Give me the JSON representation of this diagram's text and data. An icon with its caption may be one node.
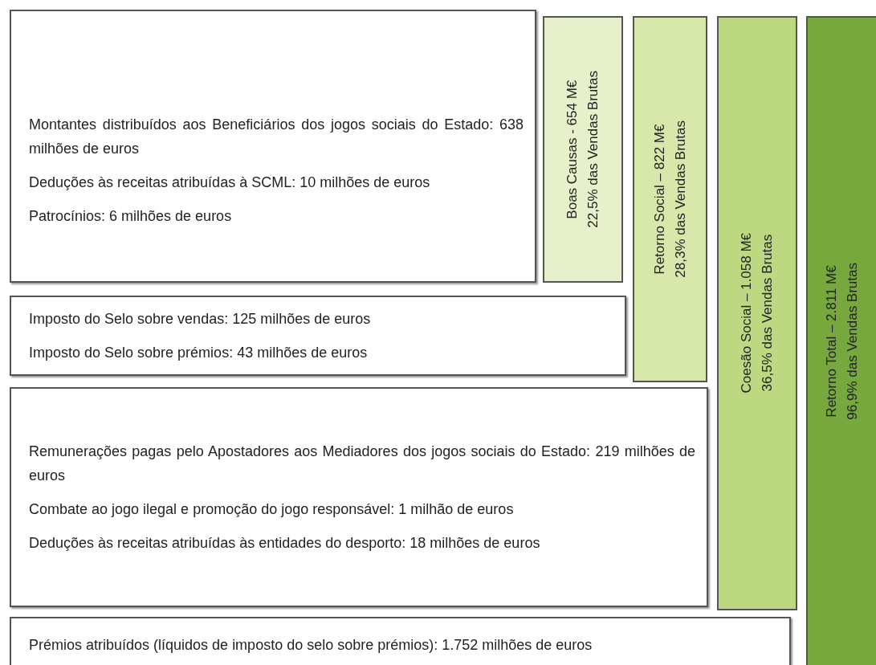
{
  "diagram": {
    "nodes": [
      {
        "text": [
          "Montantes distribuídos aos Beneficiários dos jogos sociais do Estado: 638 milhões de euros",
          "Deduções às receitas atribuídas à SCML: 10 milhões de euros",
          "Patrocínios: 6 milhões de euros"
        ]
      },
      {
        "text": [
          "Boas Causas - 654 M€",
          "22,5% das Vendas Brutas"
        ]
      },
      {
        "text": [
          "Retorno Social – 822 M€",
          "28,3% das Vendas Brutas"
        ]
      },
      {
        "text": [
          "Coesão Social – 1.058 M€",
          "36,5% das Vendas Brutas"
        ]
      },
      {
        "text": [
          "Retorno Total – 2.811 M€",
          "96,9% das Vendas Brutas"
        ]
      },
      {
        "text": [
          "Imposto do Selo sobre vendas: 125 milhões de euros",
          "Imposto do Selo sobre prémios: 43 milhões de euros"
        ]
      },
      {
        "text": [
          "Remunerações pagas pelo Apostadores aos Mediadores dos jogos sociais do Estado: 219 milhões de euros",
          "Combate ao jogo ilegal e promoção do jogo responsável: 1 milhão de euros",
          "Deduções às receitas atribuídas às entidades do desporto: 18 milhões de euros"
        ]
      },
      {
        "text": [
          "Prémios atribuídos (líquidos de imposto do selo sobre prémios): 1.752 milhões de euros"
        ]
      }
    ],
    "edges": []
  }
}
